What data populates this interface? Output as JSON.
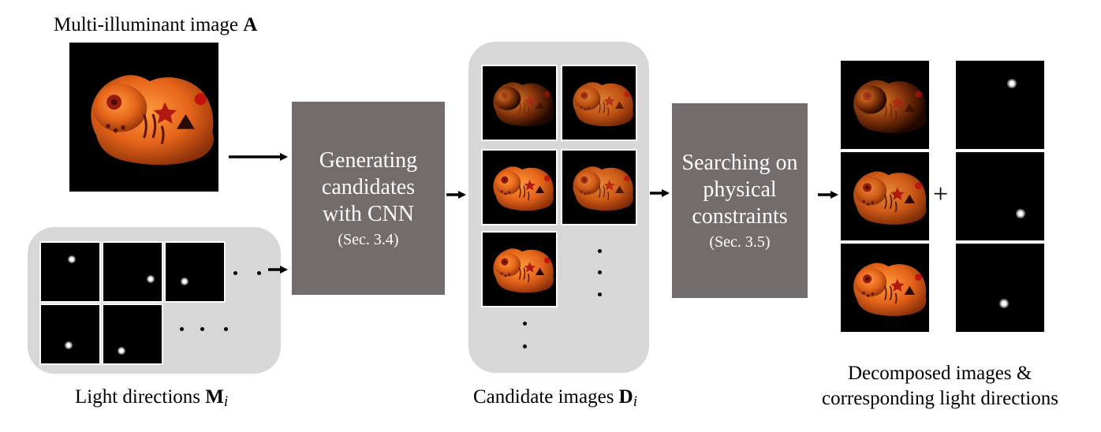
{
  "input_image": {
    "caption_prefix": "Multi-illuminant image ",
    "caption_symbol": "A"
  },
  "light_directions": {
    "caption_prefix": "Light directions ",
    "caption_symbol": "M",
    "caption_sub": "i"
  },
  "candidate_images": {
    "caption_prefix": "Candidate images ",
    "caption_symbol": "D",
    "caption_sub": "i"
  },
  "generating_block": {
    "title": "Generating candidates with CNN",
    "section": "(Sec. 3.4)"
  },
  "searching_block": {
    "title": "Searching on physical constraints",
    "section": "(Sec. 3.5)"
  },
  "output": {
    "caption_line1": "Decomposed images &",
    "caption_line2": "corresponding light directions",
    "operator": "+"
  },
  "colors": {
    "process_box": "#736c6c",
    "panel": "#d7d7d7",
    "object": "#e8691c"
  },
  "icons": [
    "lucky-cat-figurine-image",
    "light-spot-image",
    "arrow-right-icon",
    "ellipsis-dots"
  ]
}
